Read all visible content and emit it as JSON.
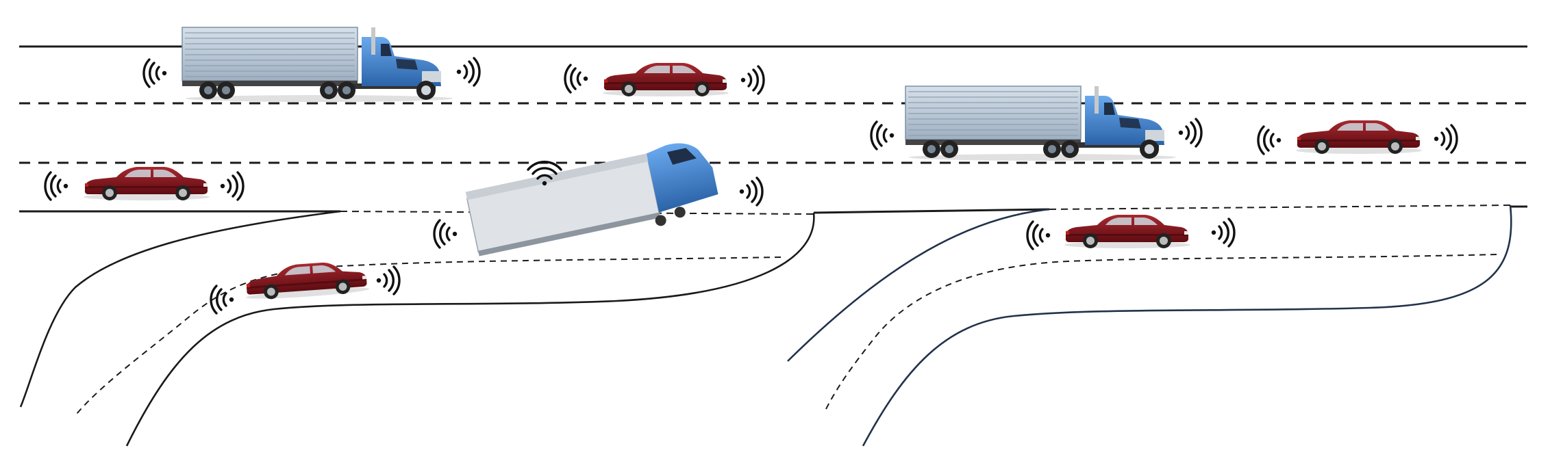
{
  "scene": {
    "roads": [
      {
        "id": "highway-top-edge",
        "type": "solid"
      },
      {
        "id": "highway-lane-divider-1",
        "type": "dashed"
      },
      {
        "id": "highway-lane-divider-2",
        "type": "dashed"
      },
      {
        "id": "highway-bottom-edge",
        "type": "solid"
      },
      {
        "id": "exit-ramp-left",
        "type": "curved"
      },
      {
        "id": "entry-ramp-right",
        "type": "curved"
      }
    ],
    "vehicles": [
      {
        "kind": "truck",
        "label": "truck-lane1-left",
        "state": "normal",
        "signal": "v2v"
      },
      {
        "kind": "car",
        "label": "car-lane1-center",
        "state": "normal",
        "signal": "v2v"
      },
      {
        "kind": "truck",
        "label": "truck-lane2-right",
        "state": "normal",
        "signal": "v2v"
      },
      {
        "kind": "car",
        "label": "car-lane2-far-right",
        "state": "normal",
        "signal": "v2v"
      },
      {
        "kind": "car",
        "label": "car-lane3-left",
        "state": "normal",
        "signal": "v2v"
      },
      {
        "kind": "truck",
        "label": "truck-jackknifed",
        "state": "overturned",
        "signal": "v2v"
      },
      {
        "kind": "car",
        "label": "car-exit-ramp",
        "state": "normal",
        "signal": "v2v"
      },
      {
        "kind": "car",
        "label": "car-entry-ramp",
        "state": "normal",
        "signal": "v2v"
      }
    ]
  },
  "colors": {
    "background": "#ffffff",
    "road_line": "#1a1a1a",
    "ramp_line_right": "#22324a",
    "car_body": "#7a1218",
    "car_body_light": "#a3262d",
    "truck_trailer": "#b9c6d3",
    "truck_trailer_stripe": "#8e9fb0",
    "truck_cab": "#3f86d8",
    "truck_cab_dark": "#2a5fa0",
    "wheel": "#2a2a2a",
    "signal": "#111111"
  }
}
